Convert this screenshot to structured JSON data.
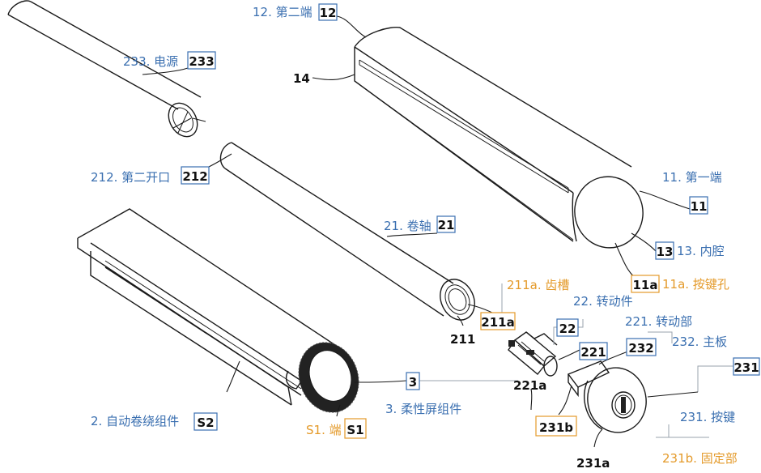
{
  "labels": {
    "second_end": "12. 第二端",
    "power": "233. 电源",
    "second_opening": "212. 第二开口",
    "first_end": "11. 第一端",
    "scroll_shaft": "21. 卷轴",
    "inner_cavity": "13. 内腔",
    "key_hole": "11a. 按键孔",
    "tooth_groove": "211a. 齿槽",
    "rotating_member": "22. 转动件",
    "rotating_part": "221. 转动部",
    "main_board": "232. 主板",
    "auto_winding": "2. 自动卷绕组件",
    "flexible_screen": "3. 柔性屏组件",
    "end_s1": "S1. 端",
    "button": "231. 按键",
    "fixing_part": "231b. 固定部"
  },
  "refs": {
    "r12": "12",
    "r233": "233",
    "r212": "212",
    "r11": "11",
    "r21": "21",
    "r13": "13",
    "r11a": "11a",
    "r211a": "211a",
    "r22": "22",
    "r221": "221",
    "r232": "232",
    "r231": "231",
    "rS2": "S2",
    "r3": "3",
    "rS1": "S1",
    "r231b": "231b"
  },
  "plain_numbers": {
    "n14": "14",
    "n211": "211",
    "n221a": "221a",
    "n231a": "231a"
  },
  "colors": {
    "label_blue": "#3a6fb0",
    "label_orange": "#e49a2a",
    "drawing": "#1a1a1a"
  }
}
